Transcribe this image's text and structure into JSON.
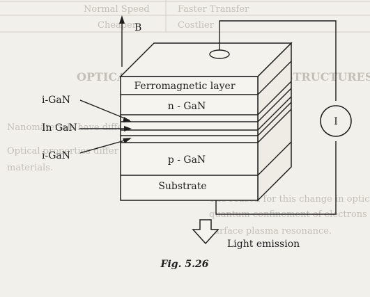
{
  "background_text": {
    "table_row1_left": "Normal Speed",
    "table_row1_right": "Faster Transfer",
    "table_row2_left": "Cheaper",
    "table_row2_right": "Costlier",
    "section_heading": "OPTICAL PROPERTIES OF NANOSTRUCTURES",
    "paragraph_lines": [
      "Nanomaterials have different optical properties due to size.",
      "Optical properties differ significantly from bulk",
      "materials.",
      "The reason for this change in optical properties is due to",
      "quantum confinement of electrons in nanomaterials",
      "surface plasma resonance."
    ]
  },
  "diagram": {
    "field_label": "B",
    "layers": [
      "Ferromagnetic layer",
      "n - GaN",
      "p - GaN",
      "Substrate"
    ],
    "left_labels": [
      "i-GaN",
      "In GaN",
      "i-GaN"
    ],
    "current_label": "I",
    "emission_label": "Light emission",
    "caption": "Fig.  5.26"
  },
  "colors": {
    "ink": "#1e1e1e",
    "paper": "#f2f0ea",
    "faint_print": "#9a9890"
  }
}
